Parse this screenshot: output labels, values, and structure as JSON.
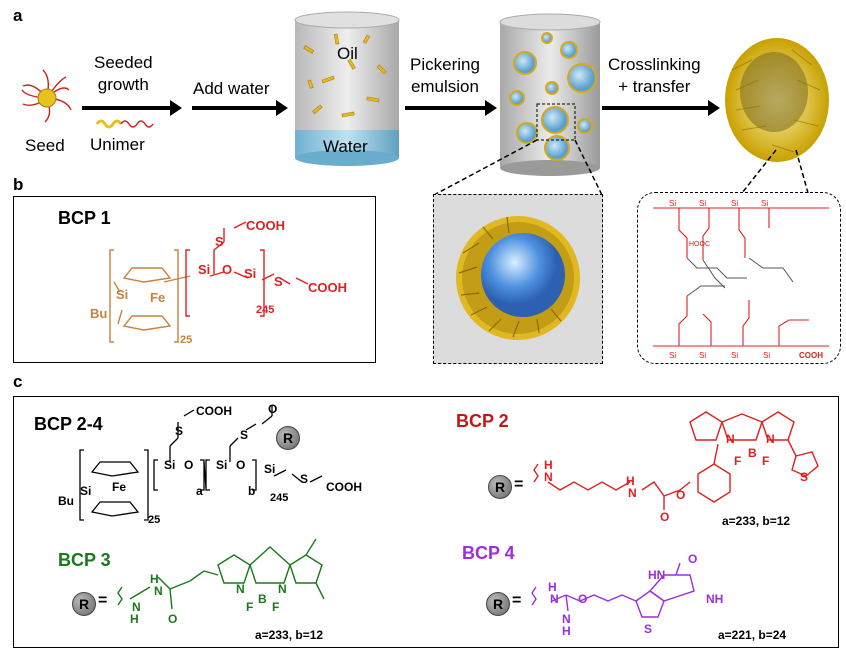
{
  "panel_a": {
    "label": "a",
    "seed_label": "Seed",
    "unimer_label": "Unimer",
    "step1": "Seeded\ngrowth",
    "step2": "Add water",
    "oil_label": "Oil",
    "water_label": "Water",
    "step3": "Pickering\nemulsion",
    "step4": "Crosslinking\n+ transfer"
  },
  "panel_b": {
    "label": "b",
    "title": "BCP 1",
    "bu": "Bu",
    "si": "Si",
    "fe": "Fe",
    "o": "O",
    "s": "S",
    "cooh": "COOH",
    "n25": "25",
    "n245": "245",
    "colors": {
      "ferrocene": "#c8823c",
      "siloxane": "#e02020"
    }
  },
  "panel_c": {
    "label": "c",
    "bcp24_title": "BCP 2-4",
    "bcp2_title": "BCP 2",
    "bcp3_title": "BCP 3",
    "bcp4_title": "BCP 4",
    "r": "R",
    "equals": "=",
    "a_label": "a",
    "b_label": "b",
    "n25": "25",
    "n245": "245",
    "bcp2_ab": "a=233, b=12",
    "bcp3_ab": "a=233, b=12",
    "bcp4_ab": "a=221, b=24",
    "colors": {
      "bcp2": "#e02020",
      "bcp3": "#1a7a1a",
      "bcp4": "#9a2ee0"
    }
  },
  "atoms": {
    "N": "N",
    "H": "H",
    "O": "O",
    "F": "F",
    "B": "B",
    "S": "S",
    "NH": "NH",
    "HN": "HN",
    "O_minus": "O",
    "COOH": "COOH",
    "HOOC": "HOOC"
  }
}
